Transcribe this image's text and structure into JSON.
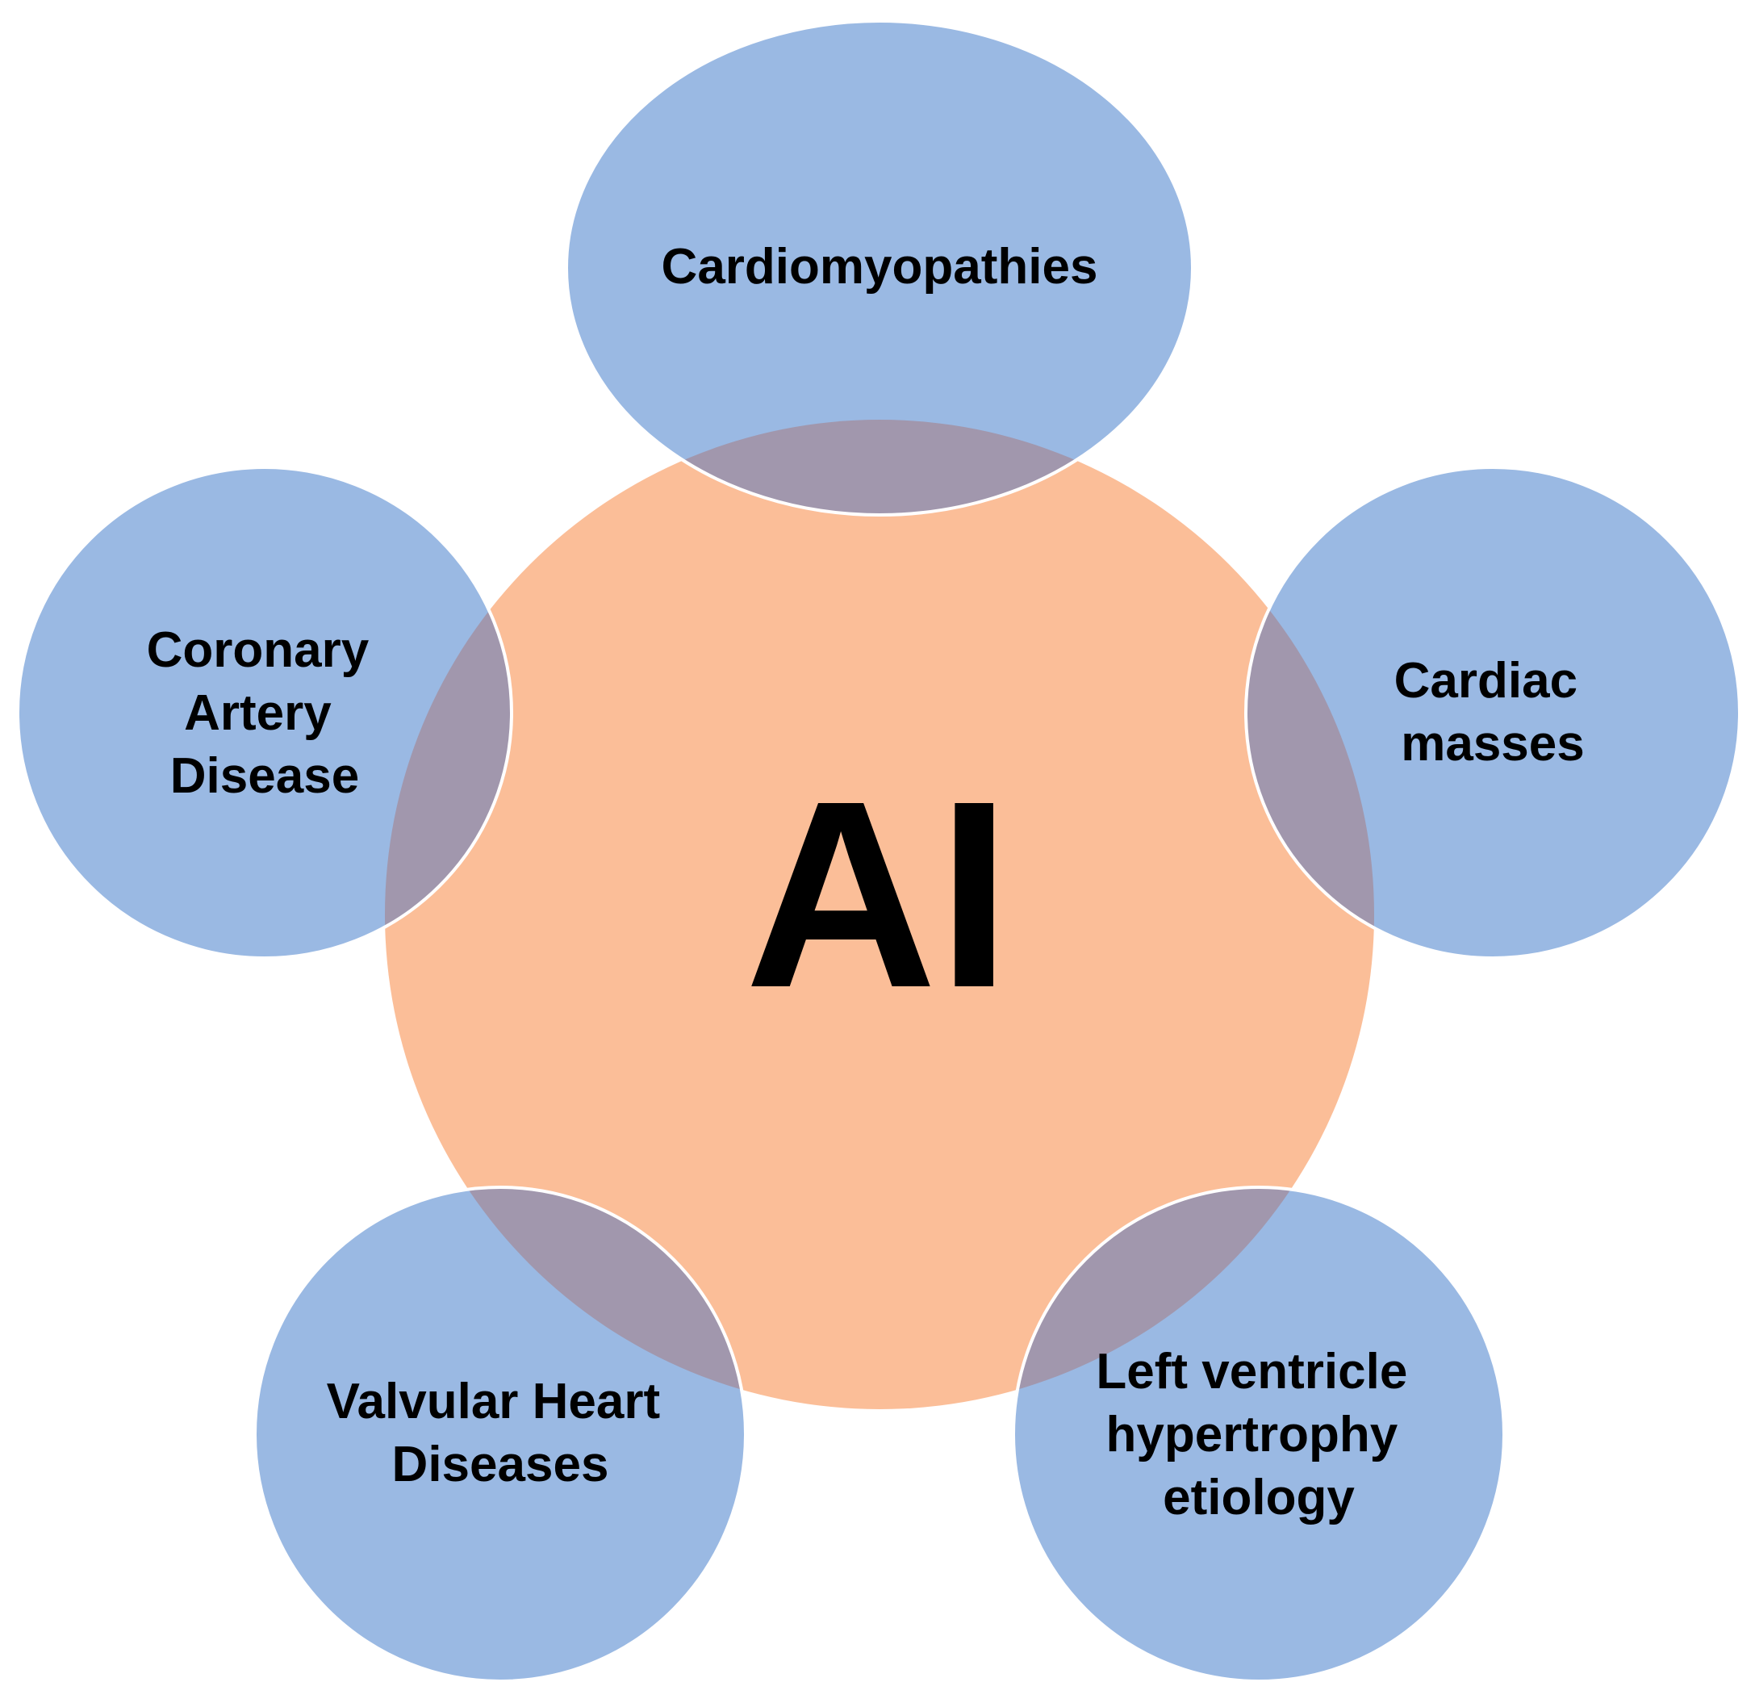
{
  "center": {
    "label": "AI",
    "color": "#fbbe98"
  },
  "satellites": [
    {
      "id": "cardiomyopathies",
      "lines": [
        "Cardiomyopathies"
      ]
    },
    {
      "id": "cardiac-masses",
      "lines": [
        "Cardiac",
        "masses"
      ]
    },
    {
      "id": "left-ventricle-hypertrophy",
      "lines": [
        "Left ventricle",
        "hypertrophy",
        "etiology"
      ]
    },
    {
      "id": "valvular-heart-diseases",
      "lines": [
        "Valvular Heart",
        "Diseases"
      ]
    },
    {
      "id": "coronary-artery-disease",
      "lines": [
        "Coronary",
        "Artery",
        "Disease"
      ]
    }
  ],
  "colors": {
    "satellite_fill": "#9ab9e3",
    "overlap_fill": "#a197ad",
    "outline": "#ffffff"
  }
}
